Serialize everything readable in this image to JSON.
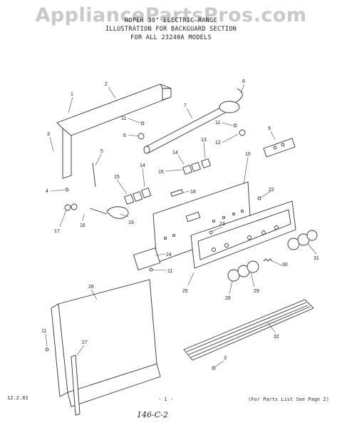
{
  "watermark": "AppliancePartsPros.com",
  "header": {
    "line1": "ROPER 30\" ELECTRIC RANGE",
    "line2": "ILLUSTRATION FOR BACKGUARD SECTION",
    "line3": "FOR ALL 23240A MODELS"
  },
  "footer": {
    "date": "12.2.83",
    "page": "- 1 -",
    "note": "(For Parts List See Page 2)",
    "handwritten": "146-C-2"
  },
  "callouts": [
    {
      "id": "c1",
      "label": "1"
    },
    {
      "id": "c2",
      "label": "2"
    },
    {
      "id": "c3",
      "label": "3"
    },
    {
      "id": "c4",
      "label": "4"
    },
    {
      "id": "c5",
      "label": "5"
    },
    {
      "id": "c6",
      "label": "6"
    },
    {
      "id": "c7",
      "label": "7"
    },
    {
      "id": "c8",
      "label": "8"
    },
    {
      "id": "c9",
      "label": "9"
    },
    {
      "id": "c10",
      "label": "10"
    },
    {
      "id": "c11a",
      "label": "11"
    },
    {
      "id": "c11b",
      "label": "11"
    },
    {
      "id": "c11c",
      "label": "11"
    },
    {
      "id": "c11d",
      "label": "11"
    },
    {
      "id": "c12",
      "label": "12"
    },
    {
      "id": "c13",
      "label": "13"
    },
    {
      "id": "c14a",
      "label": "14"
    },
    {
      "id": "c14b",
      "label": "14"
    },
    {
      "id": "c15a",
      "label": "15"
    },
    {
      "id": "c15b",
      "label": "15"
    },
    {
      "id": "c16",
      "label": "16"
    },
    {
      "id": "c17",
      "label": "17"
    },
    {
      "id": "c18",
      "label": "18"
    },
    {
      "id": "c19",
      "label": "19"
    },
    {
      "id": "c22",
      "label": "22"
    },
    {
      "id": "c23",
      "label": "23"
    },
    {
      "id": "c24",
      "label": "24"
    },
    {
      "id": "c25",
      "label": "25"
    },
    {
      "id": "c26",
      "label": "26"
    },
    {
      "id": "c27",
      "label": "27"
    },
    {
      "id": "c28",
      "label": "28"
    },
    {
      "id": "c29",
      "label": "29"
    },
    {
      "id": "c30",
      "label": "30"
    },
    {
      "id": "c31",
      "label": "31"
    },
    {
      "id": "c32",
      "label": "32"
    },
    {
      "id": "c3b",
      "label": "3"
    }
  ]
}
